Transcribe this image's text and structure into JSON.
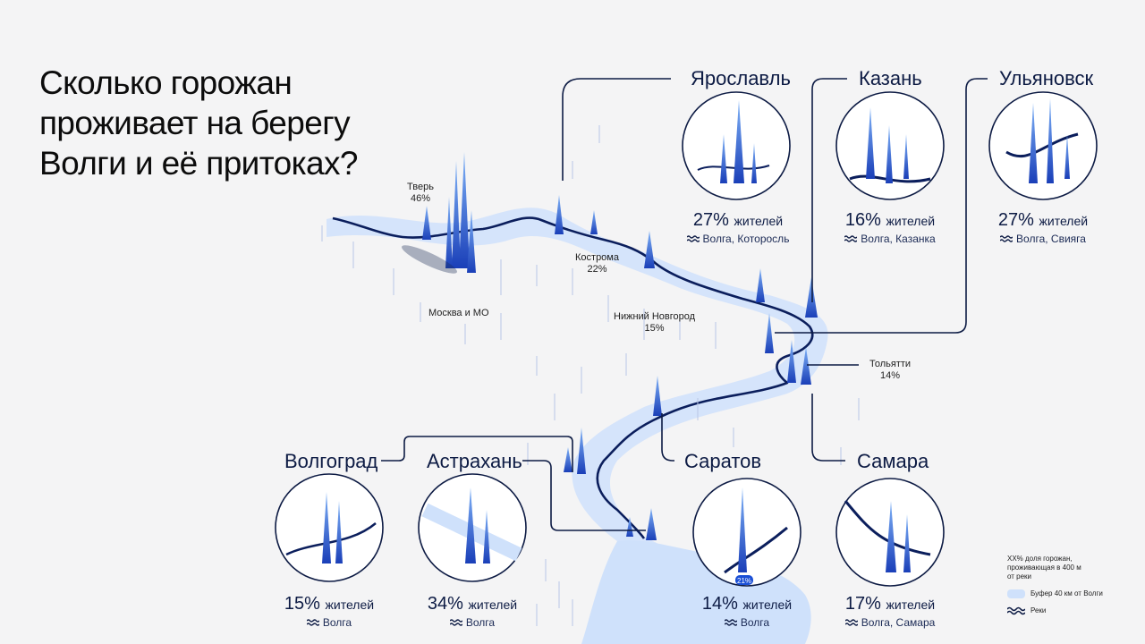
{
  "title": {
    "line1": "Сколько горожан",
    "line2": "проживает на берегу",
    "line3": "Волги и её притоках?"
  },
  "map_labels": {
    "tver": {
      "name": "Тверь",
      "pct": "46%"
    },
    "moscow": {
      "name": "Москва и МО"
    },
    "kostroma": {
      "name": "Кострома",
      "pct": "22%"
    },
    "nizhny": {
      "name": "Нижний Новгород",
      "pct": "15%"
    },
    "tolyatti": {
      "name": "Тольятти",
      "pct": "14%"
    }
  },
  "cities": {
    "yaroslavl": {
      "name": "Ярославль",
      "pct": "27%",
      "word": "жителей",
      "rivers": "Волга, Которосль"
    },
    "kazan": {
      "name": "Казань",
      "pct": "16%",
      "word": "жителей",
      "rivers": "Волга, Казанка"
    },
    "ulyanovsk": {
      "name": "Ульяновск",
      "pct": "27%",
      "word": "жителей",
      "rivers": "Волга, Свияга"
    },
    "volgograd": {
      "name": "Волгоград",
      "pct": "15%",
      "word": "жителей",
      "rivers": "Волга"
    },
    "astrakhan": {
      "name": "Астрахань",
      "pct": "34%",
      "word": "жителей",
      "rivers": "Волга"
    },
    "saratov": {
      "name": "Саратов",
      "pct": "14%",
      "word": "жителей",
      "rivers": "Волга",
      "badge": "21%"
    },
    "samara": {
      "name": "Самара",
      "pct": "17%",
      "word": "жителей",
      "rivers": "Волга, Самара"
    }
  },
  "legend": {
    "note": "XX% доля горожан, проживающая в 400 м от реки",
    "buffer": "Буфер 40 км от Волги",
    "rivers": "Реки"
  },
  "colors": {
    "accent": "#1a4fd6",
    "navy": "#0d1b44",
    "buffer": "#cfe1fb",
    "river": "#0b1e5c"
  },
  "icons": {
    "river": "wave-icon"
  }
}
